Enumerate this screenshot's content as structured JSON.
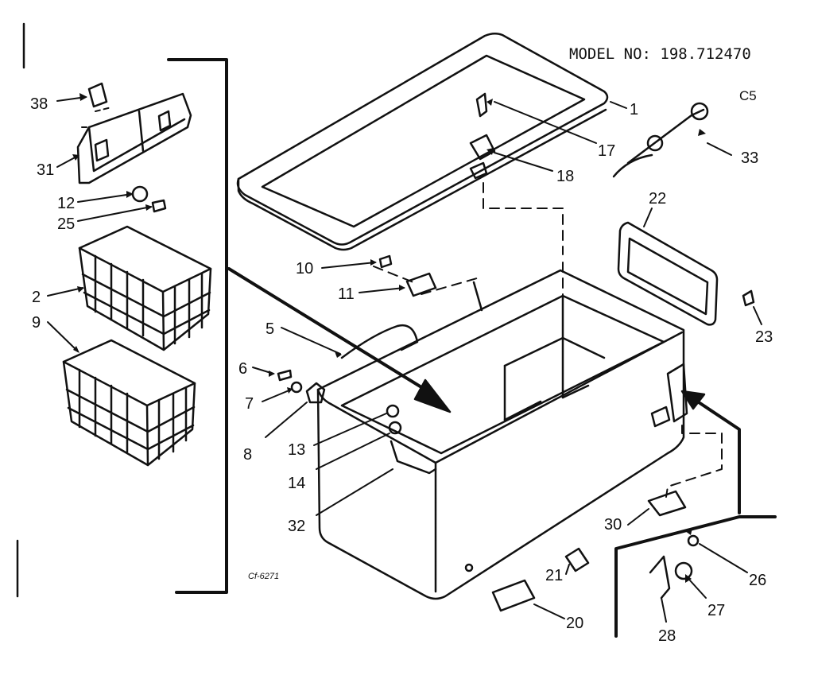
{
  "header": {
    "model_label": "MODEL NO: 198.712470",
    "sheet_code": "C5"
  },
  "drawing_code": "Cf-6271",
  "parts": [
    {
      "id": "38",
      "label": "38"
    },
    {
      "id": "31",
      "label": "31"
    },
    {
      "id": "12",
      "label": "12"
    },
    {
      "id": "25",
      "label": "25"
    },
    {
      "id": "2",
      "label": "2"
    },
    {
      "id": "9",
      "label": "9"
    },
    {
      "id": "1",
      "label": "1"
    },
    {
      "id": "17",
      "label": "17"
    },
    {
      "id": "18",
      "label": "18"
    },
    {
      "id": "33",
      "label": "33"
    },
    {
      "id": "22",
      "label": "22"
    },
    {
      "id": "23",
      "label": "23"
    },
    {
      "id": "10",
      "label": "10"
    },
    {
      "id": "11",
      "label": "11"
    },
    {
      "id": "5",
      "label": "5"
    },
    {
      "id": "6",
      "label": "6"
    },
    {
      "id": "7",
      "label": "7"
    },
    {
      "id": "8",
      "label": "8"
    },
    {
      "id": "13",
      "label": "13"
    },
    {
      "id": "14",
      "label": "14"
    },
    {
      "id": "32",
      "label": "32"
    },
    {
      "id": "30",
      "label": "30"
    },
    {
      "id": "21",
      "label": "21"
    },
    {
      "id": "20",
      "label": "20"
    },
    {
      "id": "26",
      "label": "26"
    },
    {
      "id": "27",
      "label": "27"
    },
    {
      "id": "28",
      "label": "28"
    }
  ]
}
